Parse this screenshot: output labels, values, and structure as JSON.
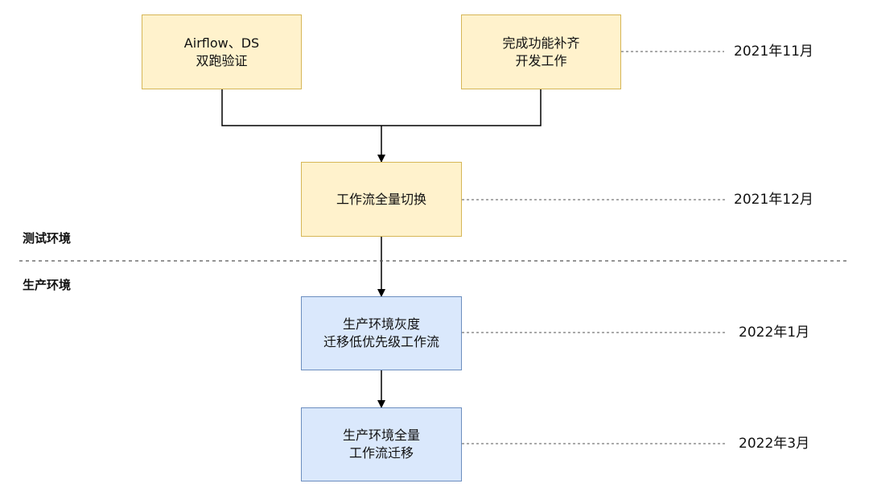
{
  "colors": {
    "test_box_fill": "#fff2cc",
    "test_box_border": "#d6b656",
    "prod_box_fill": "#dae8fc",
    "prod_box_border": "#6c8ebf",
    "line": "#000000",
    "dashed_line": "#555555"
  },
  "zones": {
    "test": "测试环境",
    "prod": "生产环境"
  },
  "nodes": {
    "dual_run": {
      "line1": "Airflow、DS",
      "line2": "双跑验证"
    },
    "feature_complete": {
      "line1": "完成功能补齐",
      "line2": "开发工作"
    },
    "full_switch": {
      "line1": "工作流全量切换"
    },
    "prod_gray": {
      "line1": "生产环境灰度",
      "line2": "迁移低优先级工作流"
    },
    "prod_full": {
      "line1": "生产环境全量",
      "line2": "工作流迁移"
    }
  },
  "dates": {
    "nov_2021": "2021年11月",
    "dec_2021": "2021年12月",
    "jan_2022": "2022年1月",
    "mar_2022": "2022年3月"
  }
}
